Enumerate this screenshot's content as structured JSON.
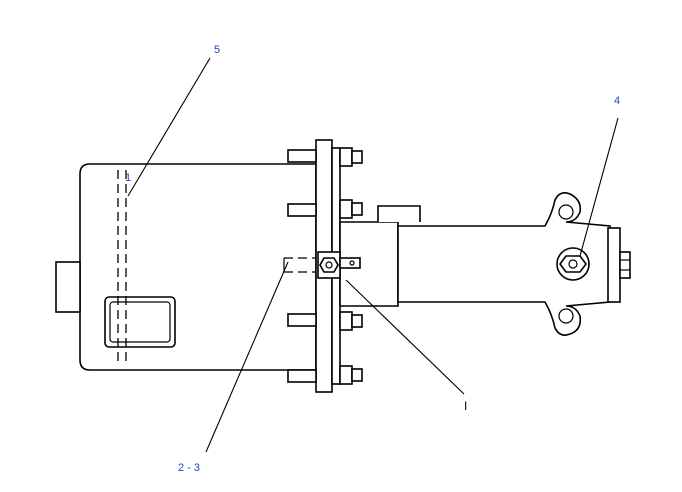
{
  "diagram": {
    "callouts": {
      "c1": "1",
      "c2_3": "2 - 3",
      "c4": "4",
      "c5": "5",
      "cI": "I"
    },
    "colors": {
      "callout": "#2244cc",
      "line": "#000000",
      "background": "#ffffff"
    }
  }
}
